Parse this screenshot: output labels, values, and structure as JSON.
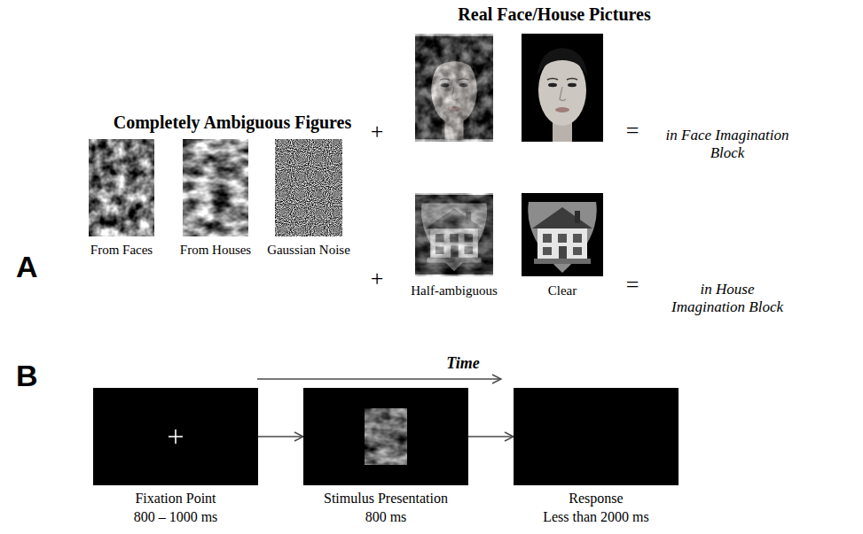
{
  "diagram": {
    "nodes": [
      {
        "text": [
          "Fixation Point",
          "800 – 1000 ms"
        ]
      },
      {
        "text": [
          "Stimulus Presentation",
          "800 ms"
        ]
      },
      {
        "text": [
          "Response",
          "Less than 2000 ms"
        ]
      }
    ],
    "edges": [
      {
        "from": 0,
        "to": 1,
        "arrow": "to"
      },
      {
        "from": 1,
        "to": 2,
        "arrow": "to"
      }
    ],
    "labels": [
      "Real Face/House Pictures",
      "Completely Ambiguous Figures",
      "From Faces",
      "From Houses",
      "Gaussian Noise",
      "+",
      "+",
      "=",
      "in Face Imagination Block",
      "=",
      "in House Imagination Block",
      "Half-ambiguous",
      "Clear",
      "A",
      "B",
      "Time"
    ]
  }
}
